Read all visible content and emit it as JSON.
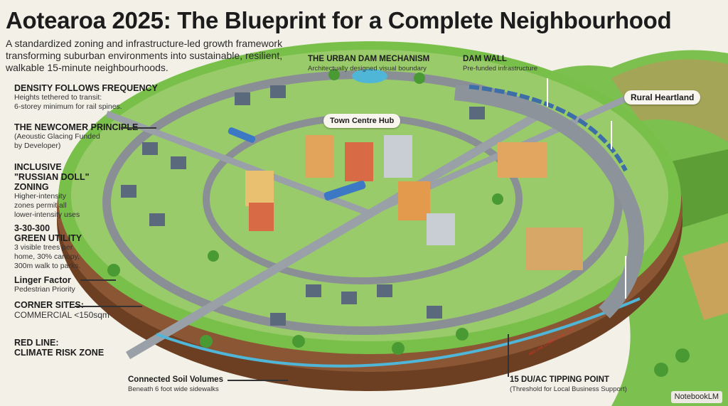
{
  "title": "Aotearoa 2025: The Blueprint for a Complete Neighbourhood",
  "subtitle": "A standardized zoning and infrastructure-led growth framework transforming suburban environments into sustainable, resilient, walkable 15-minute neighbourhoods.",
  "left_labels": [
    {
      "heading": "DENSITY FOLLOWS FREQUENCY",
      "text": [
        "Heights tethered to transit:",
        "6-storey minimum for rail spines."
      ]
    },
    {
      "heading": "THE NEWCOMER PRINCIPLE",
      "text": [
        "(Aeoustic Glacing Funded",
        "by Developer)"
      ]
    },
    {
      "heading": [
        "INCLUSIVE",
        "\"RUSSIAN DOLL\"",
        "ZONING"
      ],
      "text": [
        "Higher-intensity",
        "zones permit all",
        "lower-intensity uses"
      ]
    },
    {
      "heading": [
        "3-30-300",
        "GREEN UTILITY"
      ],
      "text": [
        "3 visible trees per",
        "home, 30% canopy,",
        "300m walk to parks."
      ]
    },
    {
      "heading": "Linger Factor",
      "text": [
        "Pedestrian Priority"
      ]
    },
    {
      "heading": "CORNER SITES:",
      "text": [
        "COMMERCIAL <150sqm"
      ]
    },
    {
      "heading": [
        "RED LINE:",
        "CLIMATE RISK ZONE"
      ]
    }
  ],
  "top_labels": [
    {
      "heading": "THE URBAN DAM MECHANISM",
      "text": "Architectually designed visual boundary"
    },
    {
      "heading": "DAM WALL",
      "text": "Pre-funded infrastructure"
    }
  ],
  "map_labels": {
    "rural": "Rural Heartland",
    "hub": "Town Centre Hub",
    "red_line_sign": "RED LINE CLIMATE RISK ZONE"
  },
  "bottom_labels": [
    {
      "heading": "Connected Soil Volumes",
      "text": "Beneath 6 foot wide sidewalks"
    },
    {
      "heading": "15 DU/AC TIPPING POINT",
      "text": "(Threshold for Local Business Support)"
    }
  ],
  "brand": "NotebookLM",
  "colors": {
    "background": "#f2f0e7",
    "grass": "#6db544",
    "soil": "#7a4a2a",
    "red_line": "#d9352a",
    "water": "#4fb6d8"
  }
}
